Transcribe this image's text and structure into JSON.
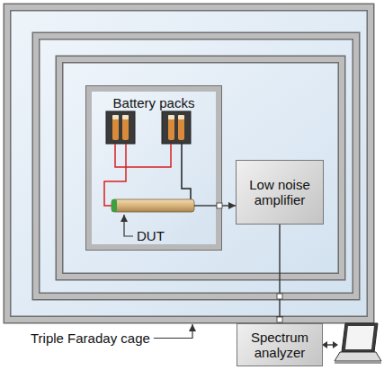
{
  "diagram": {
    "nodes": [
      {
        "text": [
          "Battery packs"
        ]
      },
      {
        "text": [
          "Low noise amplifier"
        ]
      },
      {
        "text": [
          "Spectrum analyzer"
        ]
      }
    ],
    "edges": [
      {
        "from": 0,
        "to": 1,
        "arrow": "to"
      },
      {
        "from": 1,
        "to": 2,
        "arrow": "to"
      }
    ],
    "labels": [
      "DUT",
      "Triple Faraday cage"
    ]
  }
}
